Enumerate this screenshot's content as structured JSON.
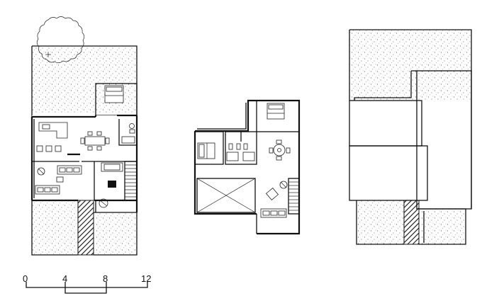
{
  "scale_bar": {
    "ticks": [
      "0",
      "4",
      "8",
      "12"
    ]
  }
}
